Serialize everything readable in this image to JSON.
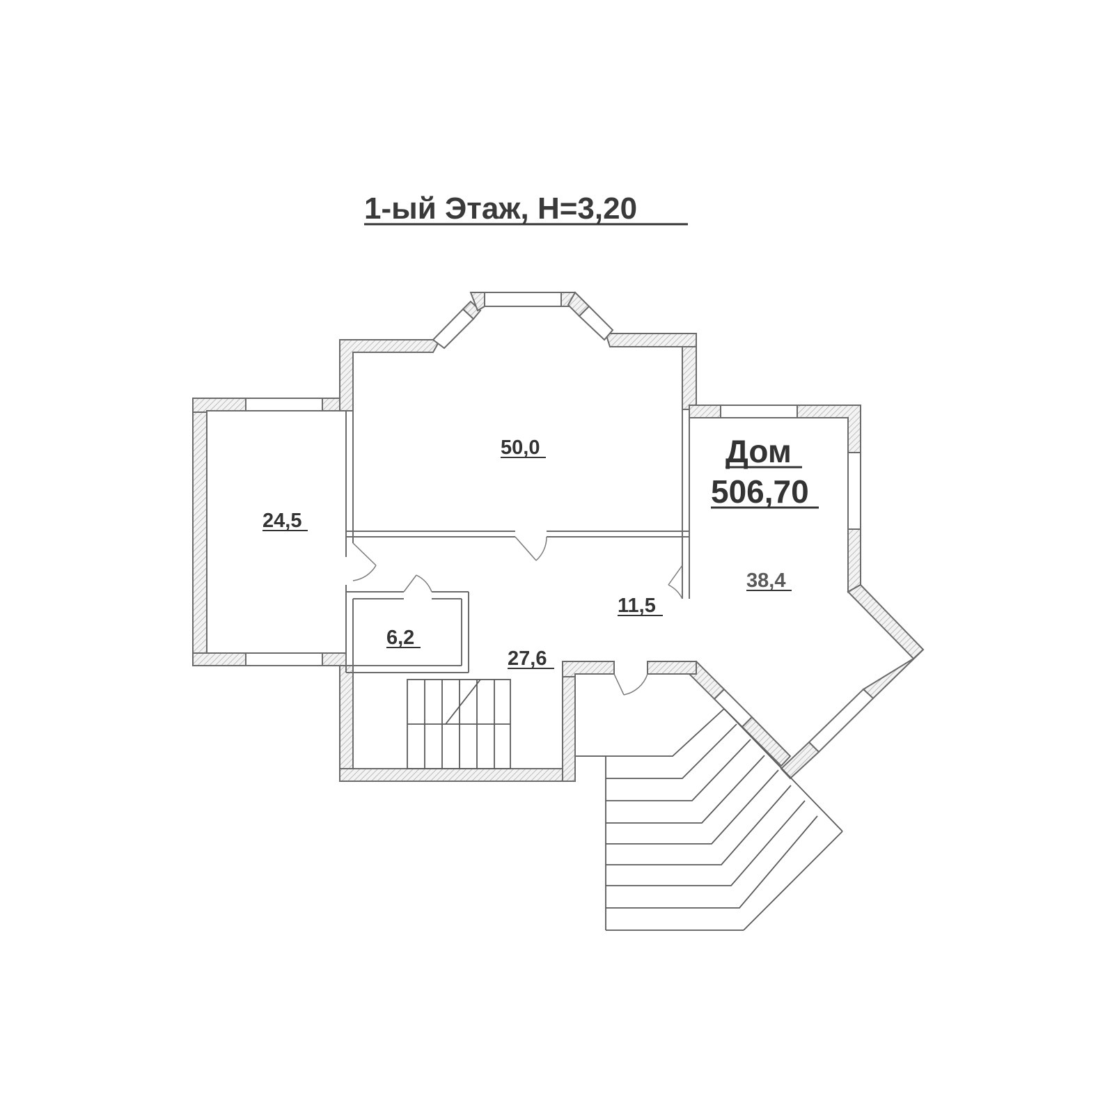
{
  "title": "1-ый Этаж, H=3,20",
  "house": {
    "label": "Дом",
    "area": "506,70"
  },
  "rooms": {
    "r1": "24,5",
    "r2": "50,0",
    "r3": "38,4",
    "r4": "11,5",
    "r5": "6,2",
    "r6": "27,6"
  },
  "colors": {
    "wall": "#6a6a6a",
    "text": "#333333",
    "background": "#ffffff"
  }
}
